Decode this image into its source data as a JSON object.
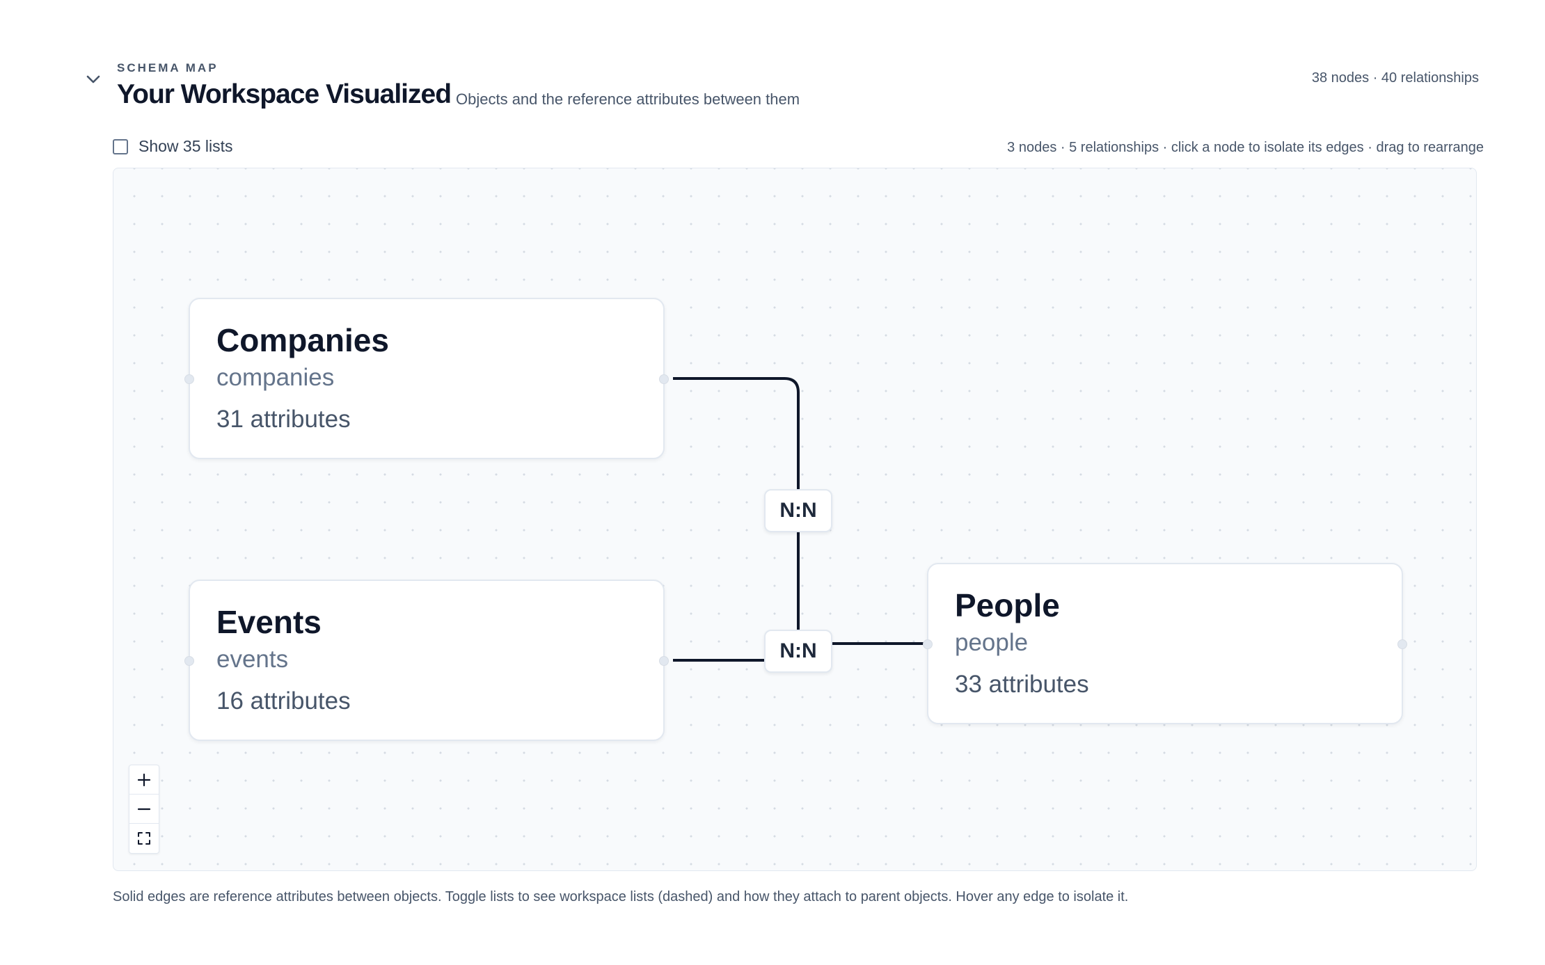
{
  "header": {
    "eyebrow": "SCHEMA MAP",
    "title": "Your Workspace Visualized",
    "subtitle": "Objects and the reference attributes between them",
    "global_stats": "38 nodes · 40 relationships",
    "collapse_icon": "chevron-down-icon"
  },
  "toolbar": {
    "show_lists_label": "Show 35 lists",
    "show_lists_checked": false,
    "graph_stats": "3 nodes · 5 relationships · click a node to isolate its edges · drag to rearrange"
  },
  "graph": {
    "nodes": [
      {
        "id": "companies",
        "title": "Companies",
        "slug": "companies",
        "attributes": "31 attributes"
      },
      {
        "id": "events",
        "title": "Events",
        "slug": "events",
        "attributes": "16 attributes"
      },
      {
        "id": "people",
        "title": "People",
        "slug": "people",
        "attributes": "33 attributes"
      }
    ],
    "edges": [
      {
        "from": "companies",
        "to": "people",
        "label": "N:N"
      },
      {
        "from": "events",
        "to": "people",
        "label": "N:N"
      }
    ],
    "edge_color": "#0f172a"
  },
  "zoom_controls": {
    "zoom_in_icon": "plus-icon",
    "zoom_out_icon": "minus-icon",
    "fit_view_icon": "fit-view-icon"
  },
  "footnote": "Solid edges are reference attributes between objects. Toggle lists to see workspace lists (dashed) and how they attach to parent objects. Hover any edge to isolate it."
}
